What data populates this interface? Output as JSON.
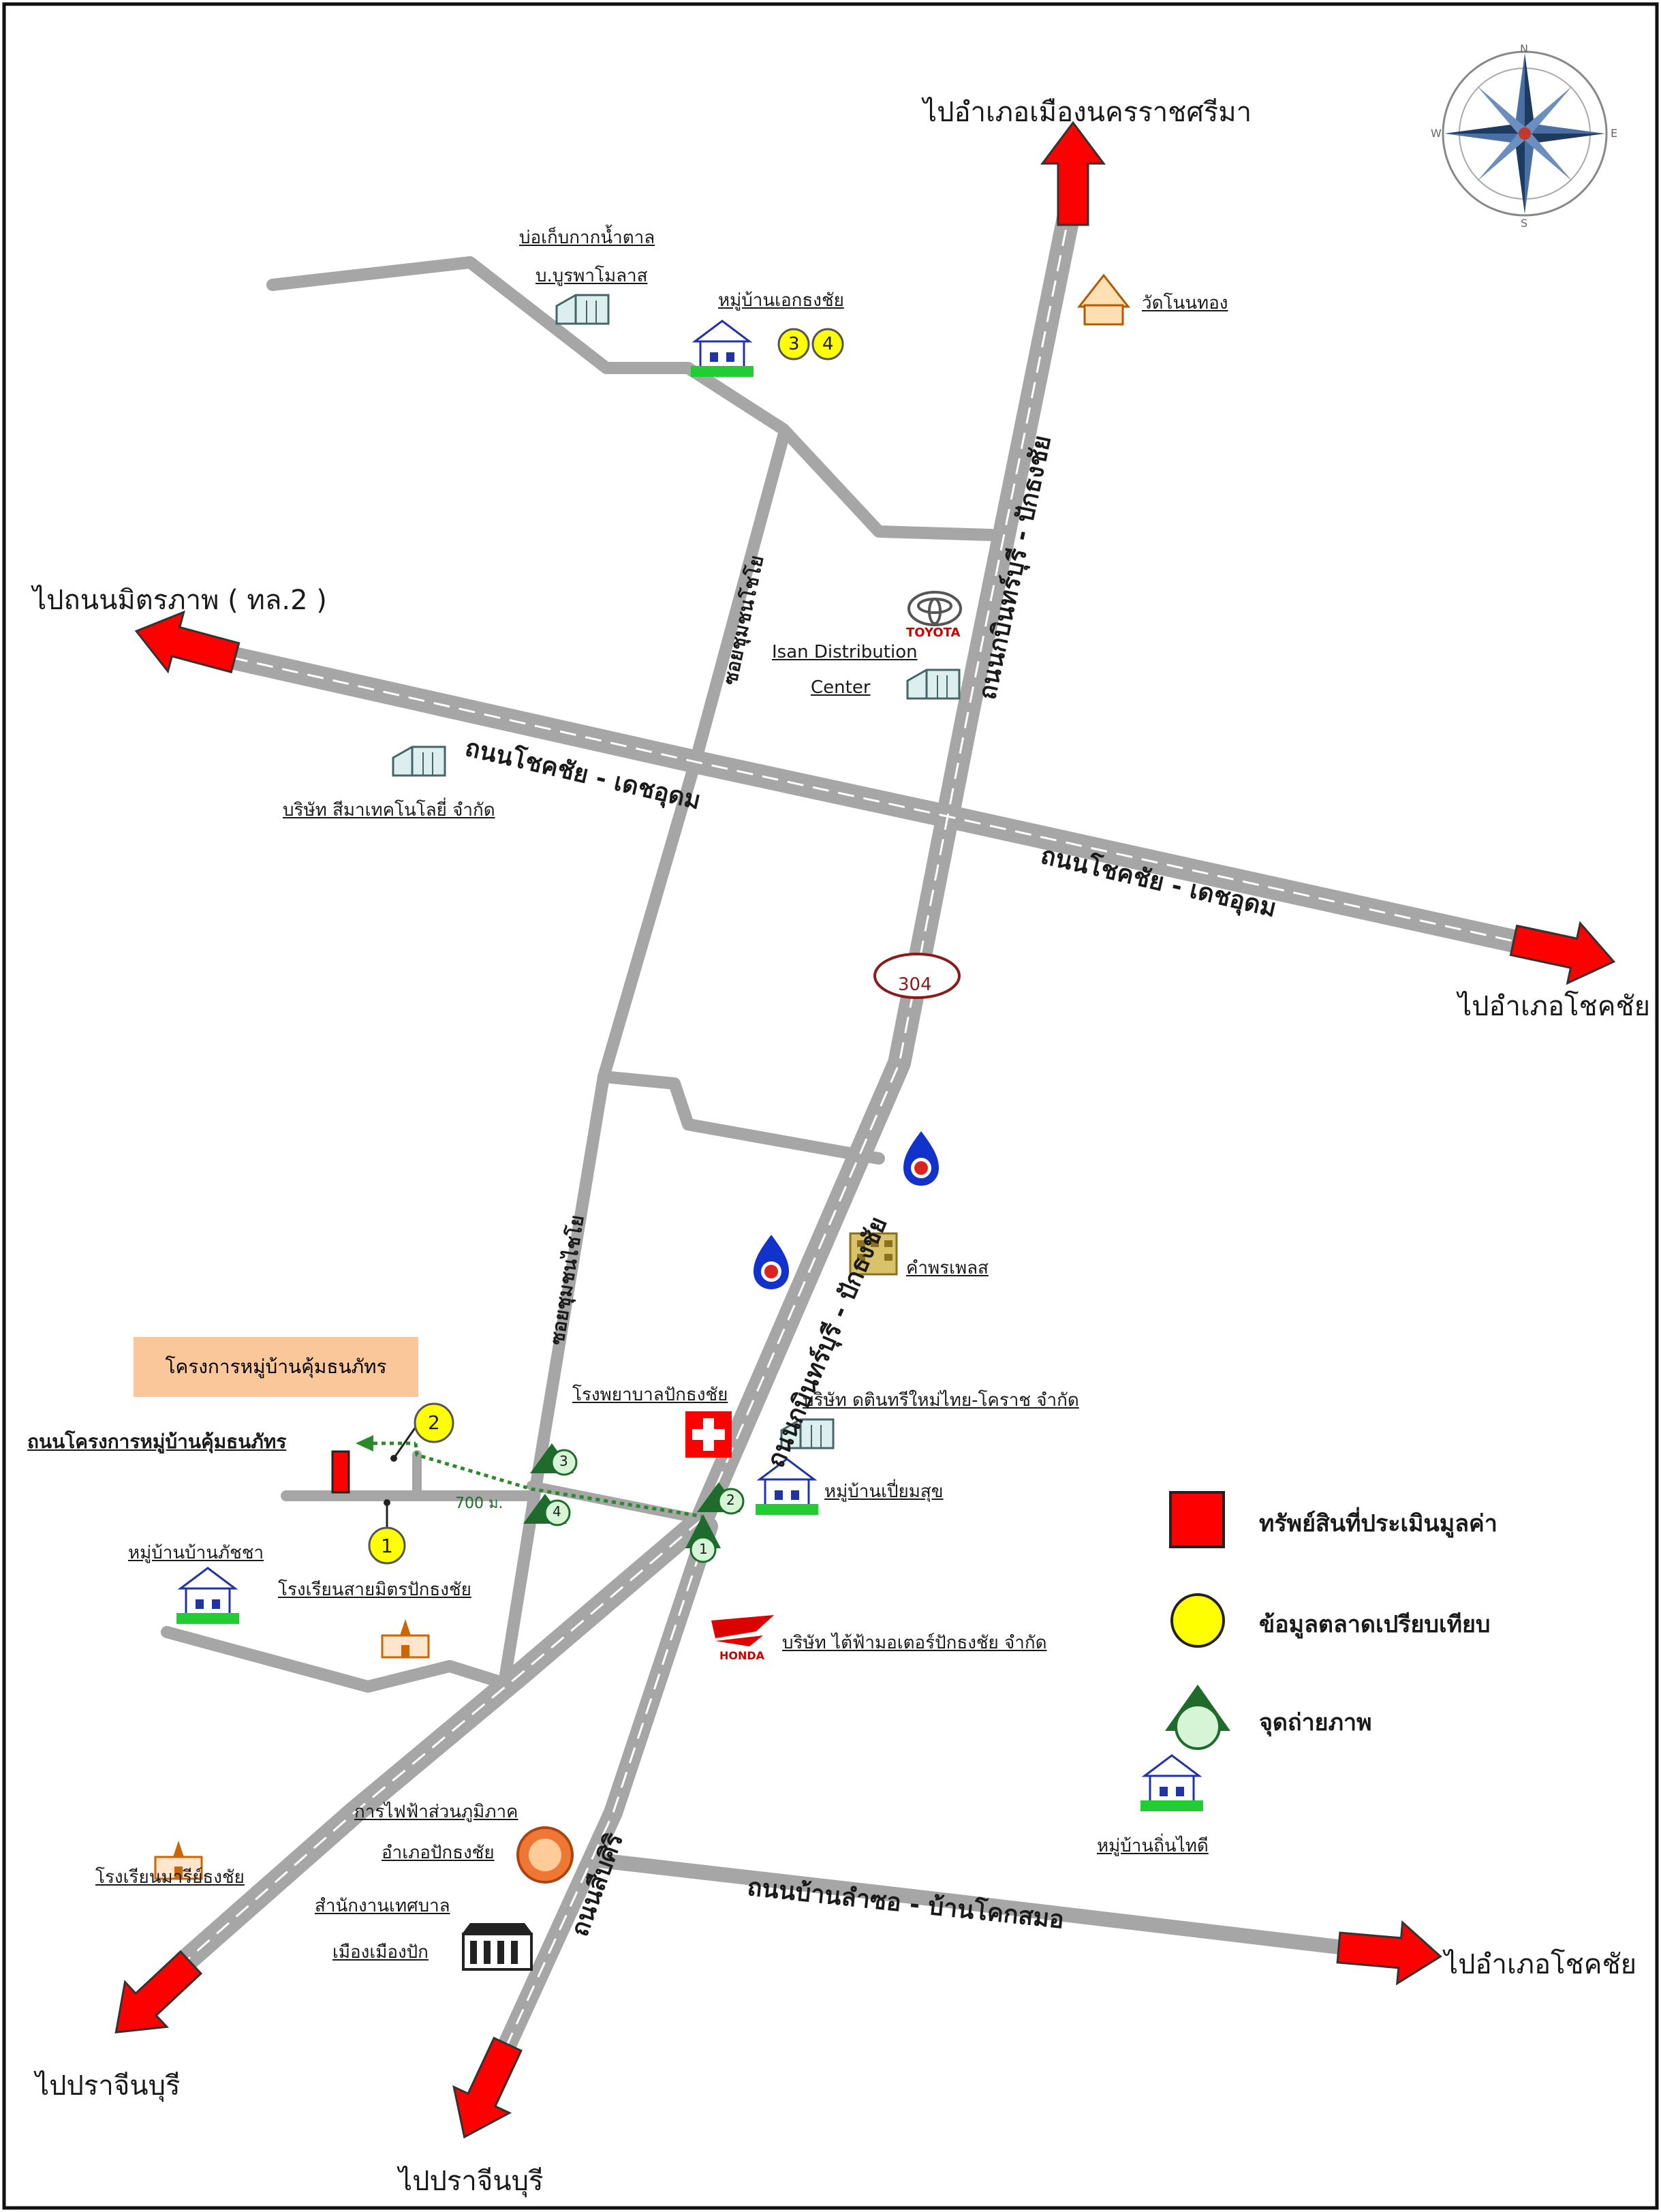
{
  "destinations": {
    "nakhon_ratchasima": "ไปอำเภอเมืองนครราชศรีมา",
    "mittraphap": "ไปถนนมิตรภาพ ( ทล.2 )",
    "chok_chai_east": "ไปอำเภอโชคชัย",
    "chok_chai_south": "ไปอำเภอโชคชัย",
    "prachinburi_sw": "ไปปราจีนบุรี",
    "prachinburi_s": "ไปปราจีนบุรี"
  },
  "roads": {
    "chok_chai_det_udom_1": "ถนนโชคชัย - เดชอุดม",
    "chok_chai_det_udom_2": "ถนนโชคชัย - เดชอุดม",
    "kabin_pak_thong_chai_1": "ถนนกบินทร์บุรี - ปักธงชัย",
    "kabin_pak_thong_chai_2": "ถนนกบินทร์บุรี - ปักธงชัย",
    "soi_chumchon_1": "ซอยชุมชนโชโย",
    "soi_chumchon_2": "ซอยชุมชนไชโย",
    "ban_lam_so": "ถนนบ้านลำซอ - บ้านโคกสมอ",
    "suep_siri": "ถนนสืบศิริ",
    "project_road": "ถนนโครงการหมู่บ้านคุ้มธนภัทร",
    "route_number": "304",
    "distance": "700 ม."
  },
  "places": {
    "bo_kep": "บ่อเก็บกากน้ำตาล",
    "bo_kep_2": "บ.บูรพาโมลาส",
    "ban_ekthongchai": "หมู่บ้านเอกธงชัย",
    "wat": "วัดโนนทอง",
    "isan_1": "Isan Distribution",
    "isan_2": "Center",
    "toyota": "TOYOTA",
    "sima_tech": "บริษัท สีมาเทคโนโลยี่ จำกัด",
    "kham_phon": "คำพรเพลส",
    "hospital": "โรงพยาบาลปักธงชัย",
    "datin": "บริษัท ดตินทรีใหม่ไทย-โคราช จำกัด",
    "ban_pheam": "หมู่บ้านเปี่ยมสุข",
    "ban_phatcha": "หมู่บ้านบ้านภัชชา",
    "school_sai": "โรงเรียนสายมิตรปักธงชัย",
    "honda_shop": "บริษัท ไต้ฟ้ามอเตอร์ปักธงชัย จำกัด",
    "honda": "HONDA",
    "pea_1": "การไฟฟ้าส่วนภูมิภาค",
    "pea_2": "อำเภอปักธงชัย",
    "muni_1": "สำนักงานเทศบาล",
    "muni_2": "เมืองเมืองปัก",
    "school_mari": "โรงเรียนมารีย์ธงชัย",
    "ban_thin": "หมู่บ้านถิ่นไทดี",
    "project_box": "โครงการหมู่บ้านคุ้มธนภัทร"
  },
  "markers": {
    "m1": "1",
    "m2": "2",
    "m3": "3",
    "m4": "4"
  },
  "legend": {
    "property": "ทรัพย์สินที่ประเมินมูลค่า",
    "market": "ข้อมูลตลาดเปรียบเทียบ",
    "photo": "จุดถ่ายภาพ"
  },
  "colors": {
    "road": "#a6a6a6",
    "arrow": "#ff0000",
    "market": "#ffff00",
    "photo": "#1e6b2b",
    "photo_fill": "#d6f5d6",
    "project_box": "#f9c79a"
  },
  "compass": {
    "n": "N",
    "s": "S",
    "e": "E",
    "w": "W"
  }
}
